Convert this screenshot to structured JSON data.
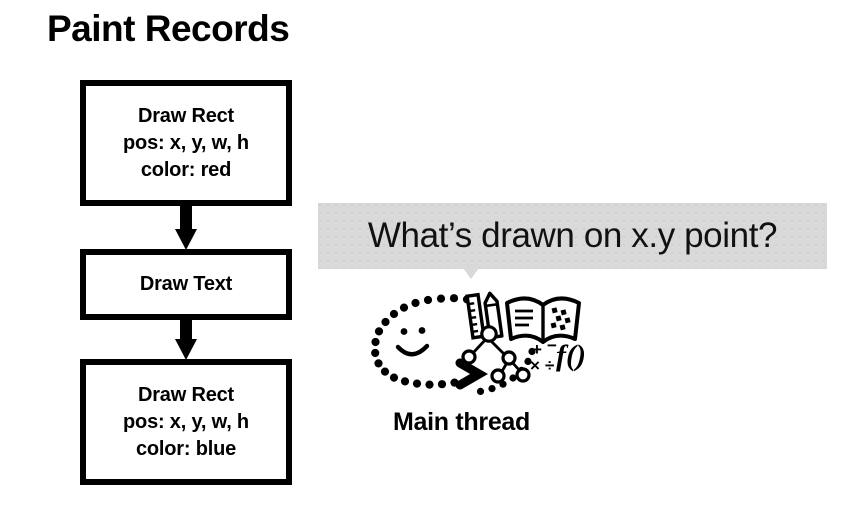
{
  "slide": {
    "title": "Paint Records"
  },
  "paint_records": {
    "boxes": [
      {
        "id": "draw-rect-red",
        "lines": [
          "Draw Rect",
          "pos: x, y, w, h",
          "color: red"
        ]
      },
      {
        "id": "draw-text",
        "lines": [
          "Draw Text"
        ]
      },
      {
        "id": "draw-rect-blue",
        "lines": [
          "Draw Rect",
          "pos: x, y, w, h",
          "color: blue"
        ]
      }
    ],
    "arrows": [
      {
        "id": "arrow-1",
        "direction": "down"
      },
      {
        "id": "arrow-2",
        "direction": "down"
      }
    ]
  },
  "question": {
    "bubble_text": "What’s drawn on x.y point?",
    "bubble_color": "#d9d9d9"
  },
  "thinker": {
    "label": "Main thread",
    "icons": [
      "dotted-head-outline-icon",
      "smiley-face-icon",
      "chevron-nose-icon",
      "ruler-icon",
      "pencil-icon",
      "open-book-icon",
      "tree-diagram-icon",
      "math-symbols-icon",
      "function-notation-icon"
    ],
    "math_symbols": "+ − × ÷",
    "function_text": "f()"
  },
  "colors": {
    "background": "#ffffff",
    "foreground": "#000000",
    "bubble": "#d9d9d9"
  }
}
